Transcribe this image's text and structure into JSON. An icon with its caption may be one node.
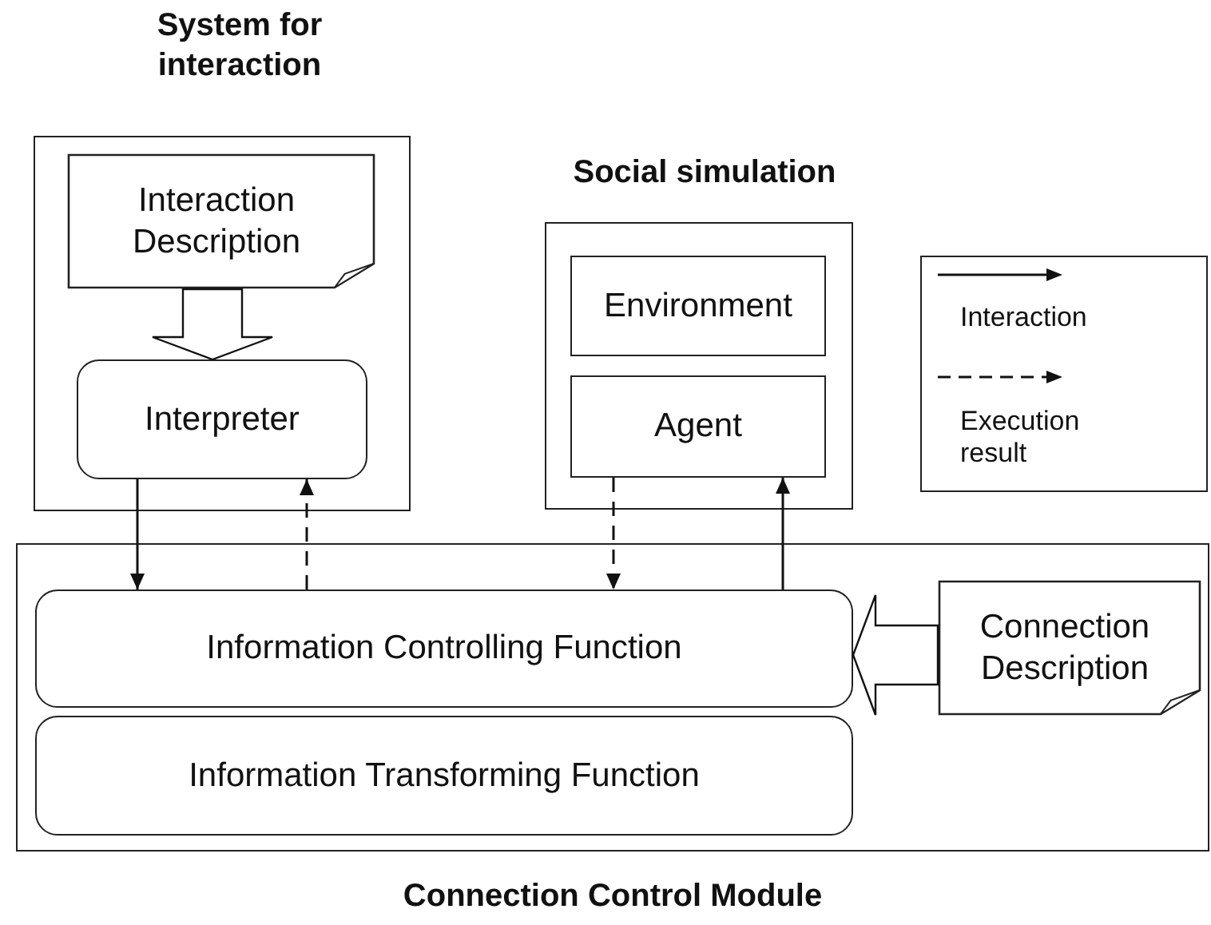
{
  "diagram": {
    "nodes": [
      {
        "text": [
          "System for interaction"
        ]
      },
      {
        "text": [
          "Interaction Description"
        ],
        "in": 0
      },
      {
        "text": [
          "Interpreter"
        ],
        "in": 0
      },
      {
        "text": [
          "Social simulation"
        ]
      },
      {
        "text": [
          "Environment"
        ],
        "in": 3
      },
      {
        "text": [
          "Agent"
        ],
        "in": 3
      },
      {
        "text": [
          "Connection Control Module"
        ]
      },
      {
        "text": [
          "Information Controlling Function"
        ],
        "in": 6
      },
      {
        "text": [
          "Information Transforming Function"
        ],
        "in": 6
      },
      {
        "text": [
          "Connection Description"
        ],
        "in": 6
      }
    ],
    "edges": [
      {
        "from": 1,
        "to": 2,
        "arrow": "to",
        "style": "thick"
      },
      {
        "from": 2,
        "to": 7,
        "arrow": "to"
      },
      {
        "from": 7,
        "to": 2,
        "arrow": "to",
        "style": "dashed"
      },
      {
        "from": 5,
        "to": 7,
        "arrow": "to",
        "style": "dashed"
      },
      {
        "from": 7,
        "to": 5,
        "arrow": "to"
      },
      {
        "from": 9,
        "to": 7,
        "arrow": "to",
        "style": "thick"
      }
    ],
    "legend": [
      {
        "text": "Interaction"
      },
      {
        "text": "Execution result"
      }
    ]
  }
}
